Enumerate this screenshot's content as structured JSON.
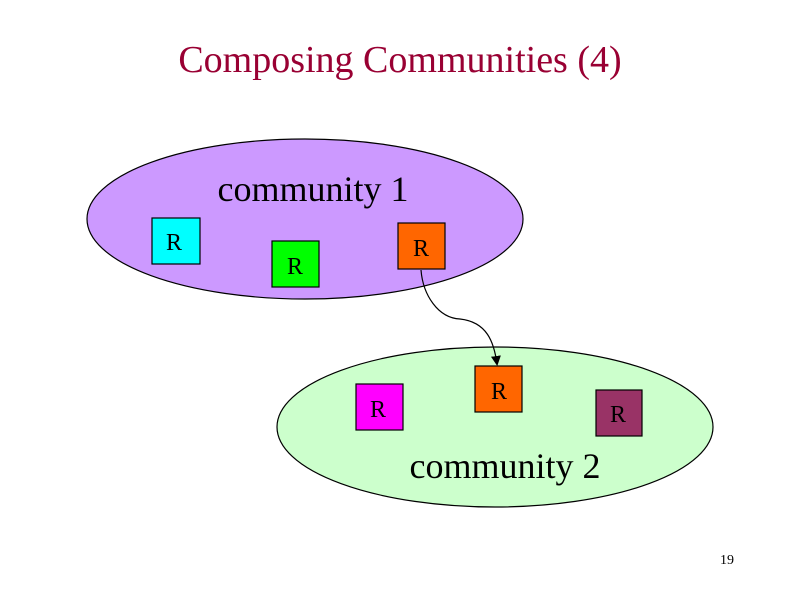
{
  "slide": {
    "title": "Composing Communities (4)",
    "page_number": "19"
  },
  "communities": [
    {
      "id": "community-1",
      "label": "community 1",
      "fill": "#cc99ff"
    },
    {
      "id": "community-2",
      "label": "community 2",
      "fill": "#ccffcc"
    }
  ],
  "resources": [
    {
      "id": "c1-cyan",
      "community": "community-1",
      "label": "R",
      "fill": "#00ffff"
    },
    {
      "id": "c1-green",
      "community": "community-1",
      "label": "R",
      "fill": "#00ff00"
    },
    {
      "id": "c1-orange",
      "community": "community-1",
      "label": "R",
      "fill": "#ff6600"
    },
    {
      "id": "c2-magenta",
      "community": "community-2",
      "label": "R",
      "fill": "#ff00ff"
    },
    {
      "id": "c2-orange",
      "community": "community-2",
      "label": "R",
      "fill": "#ff6600"
    },
    {
      "id": "c2-maroon",
      "community": "community-2",
      "label": "R",
      "fill": "#993366"
    }
  ],
  "links": [
    {
      "from": "c1-orange",
      "to": "c2-orange",
      "directed": true
    }
  ]
}
